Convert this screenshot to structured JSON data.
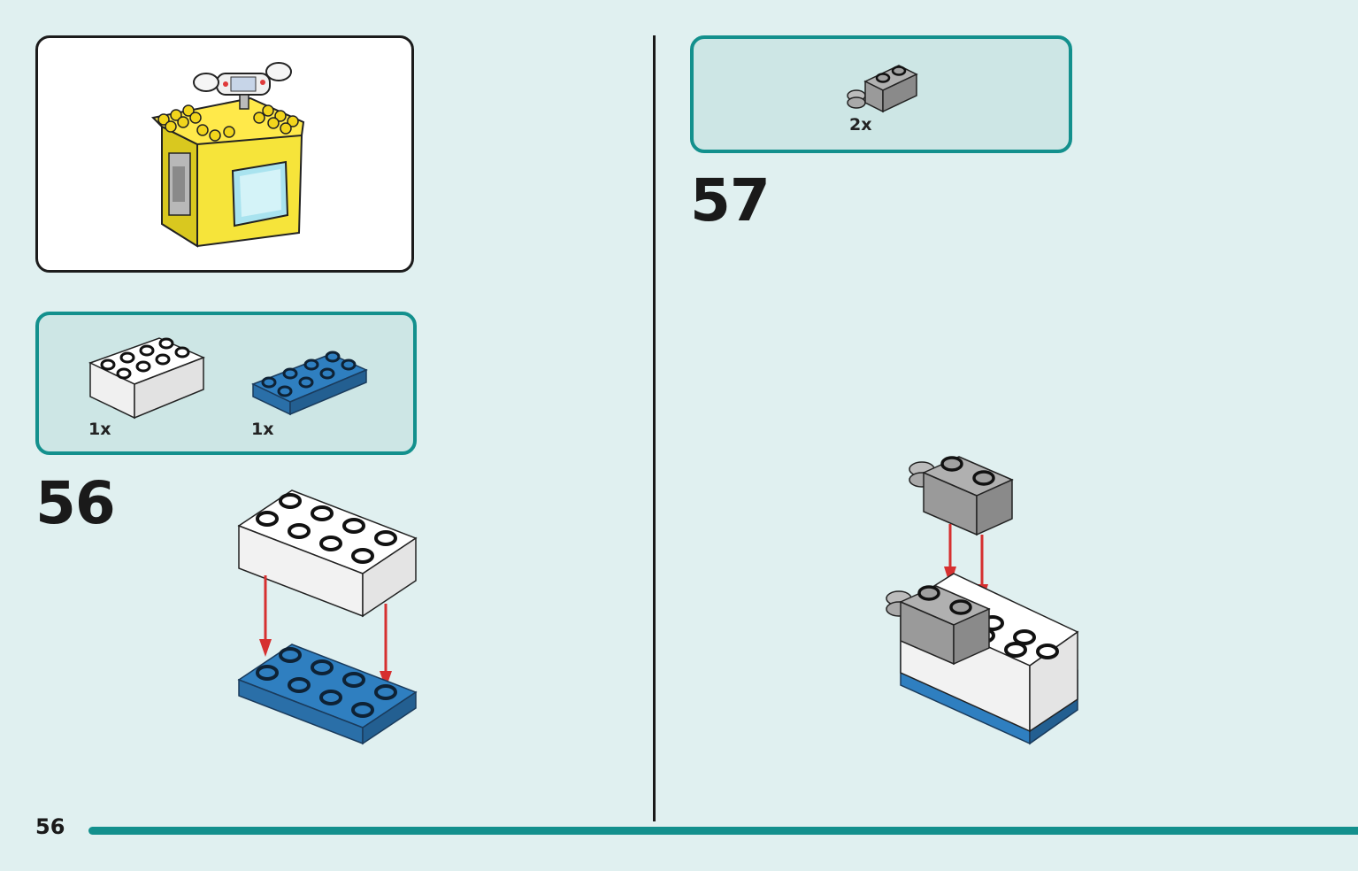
{
  "page": {
    "page_number": "56",
    "accent_color": "#13908d",
    "background_color": "#e0f0f0"
  },
  "preview": {
    "icon": "finished-yellow-kiosk-model"
  },
  "step_56": {
    "number": "56",
    "parts": [
      {
        "icon": "white-2x4-brick",
        "color": "#ffffff",
        "quantity": "1x"
      },
      {
        "icon": "blue-2x4-plate",
        "color": "#2f7fc0",
        "quantity": "1x"
      }
    ]
  },
  "step_57": {
    "number": "57",
    "parts": [
      {
        "icon": "gray-1x2-brick-with-clip",
        "color": "#9a9a9a",
        "quantity": "2x"
      }
    ]
  }
}
